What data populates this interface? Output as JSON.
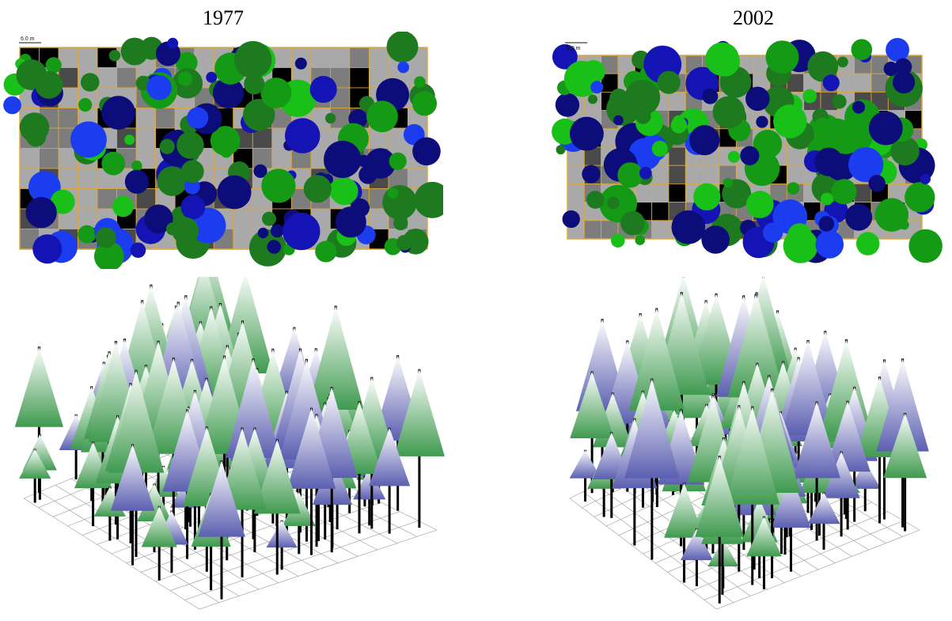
{
  "panels": {
    "left": {
      "title": "1977",
      "scale_label": "6.0 m"
    },
    "right": {
      "title": "2002",
      "scale_label": "6.0 m"
    }
  },
  "colors": {
    "grid_line": "#e0a83c",
    "cell_light": "#a9a9a9",
    "cell_mid": "#7d7d7d",
    "cell_dark": "#4a4a4a",
    "cell_black": "#000000",
    "crown_green_dark": "#1e7a1e",
    "crown_green": "#149a14",
    "crown_green_light": "#18c018",
    "crown_blue_dark": "#0c0c7a",
    "crown_blue": "#1414b4",
    "crown_blue_light": "#1c3cf0",
    "tree_green": "#3f9a4f",
    "tree_blue": "#5b5fb0"
  }
}
